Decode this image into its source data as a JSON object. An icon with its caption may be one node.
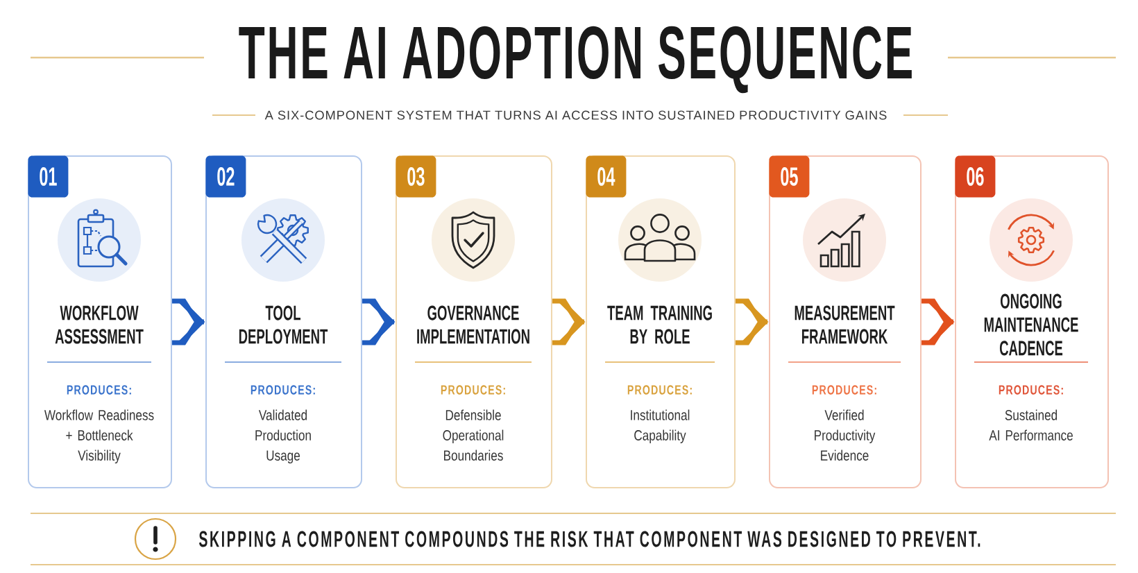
{
  "diagram": {
    "title": "THE AI ADOPTION SEQUENCE",
    "nodes": [
      {
        "text": [
          "WORKFLOW ASSESSMENT",
          "PRODUCES:",
          "Workflow Readiness + Bottleneck Visibility"
        ]
      },
      {
        "text": [
          "01"
        ],
        "in": 0
      },
      {
        "text": [
          "TOOL DEPLOYMENT",
          "PRODUCES:",
          "Validated Production Usage"
        ]
      },
      {
        "text": [
          "02"
        ],
        "in": 2
      },
      {
        "text": [
          "GOVERNANCE IMPLEMENTATION",
          "PRODUCES:",
          "Defensible Operational Boundaries"
        ]
      },
      {
        "text": [
          "03"
        ],
        "in": 4
      },
      {
        "text": [
          "TEAM TRAINING BY ROLE",
          "PRODUCES:",
          "Institutional Capability"
        ]
      },
      {
        "text": [
          "04"
        ],
        "in": 6
      },
      {
        "text": [
          "MEASUREMENT FRAMEWORK",
          "PRODUCES:",
          "Verified Productivity Evidence"
        ]
      },
      {
        "text": [
          "05"
        ],
        "in": 8
      },
      {
        "text": [
          "ONGOING MAINTENANCE CADENCE",
          "PRODUCES:",
          "Sustained AI Performance"
        ]
      },
      {
        "text": [
          "06"
        ],
        "in": 10
      }
    ],
    "edges": [
      {
        "from": 0,
        "to": 2,
        "arrow": "to",
        "color": "#1f5cc0"
      },
      {
        "from": 2,
        "to": 4,
        "arrow": "to",
        "color": "#1f5cc0"
      },
      {
        "from": 4,
        "to": 6,
        "arrow": "to",
        "color": "#d8961f"
      },
      {
        "from": 6,
        "to": 8,
        "arrow": "to",
        "color": "#d8961f"
      },
      {
        "from": 8,
        "to": 10,
        "arrow": "to",
        "color": "#e2501c"
      }
    ],
    "labels": [
      "A SIX-COMPONENT SYSTEM THAT TURNS AI ACCESS INTO SUSTAINED PRODUCTIVITY GAINS",
      "SKIPPING A COMPONENT COMPOUNDS THE RISK THAT COMPONENT WAS DESIGNED TO PREVENT."
    ]
  }
}
